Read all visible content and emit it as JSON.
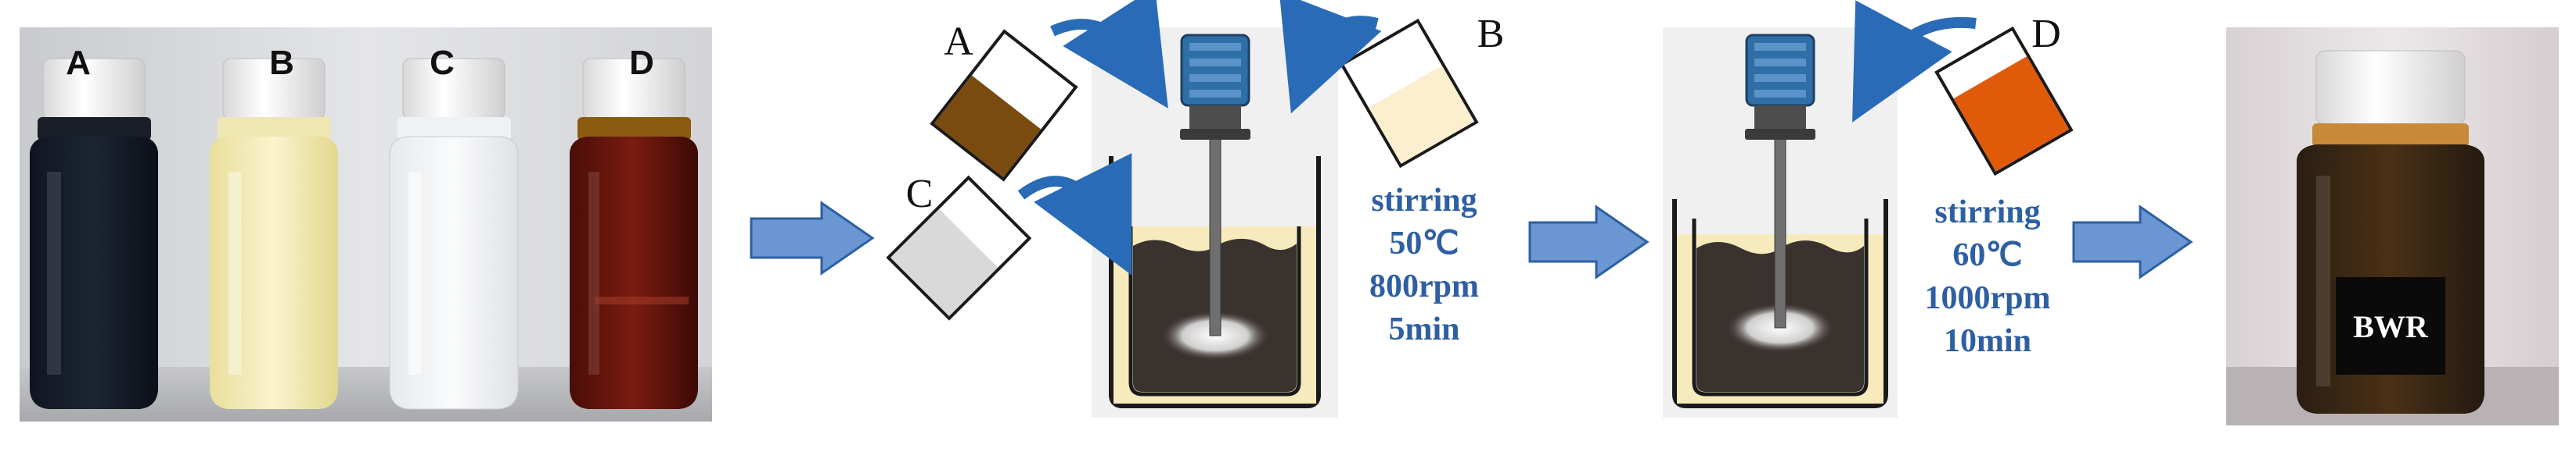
{
  "photo_left": {
    "labels": [
      "A",
      "B",
      "C",
      "D"
    ]
  },
  "step1": {
    "container_labels": {
      "a": "A",
      "b": "B",
      "c": "C"
    },
    "conditions": [
      "stirring",
      "50℃",
      "800rpm",
      "5min"
    ]
  },
  "step2": {
    "container_labels": {
      "d": "D"
    },
    "conditions": [
      "stirring",
      "60℃",
      "1000rpm",
      "10min"
    ]
  },
  "photo_right": {
    "label": "BWR"
  },
  "colors": {
    "arrow": "#6a96d2",
    "arrow_stroke": "#2e5fa3",
    "curved_arrow": "#2a6bb8",
    "text_blue": "#2e5fa3",
    "liquid_light": "#f7ebbd",
    "mixture_dark": "#3a322e",
    "liquid_a": "#7a4b0e",
    "liquid_b": "#fbefcf",
    "liquid_c": "#d9d9d9",
    "liquid_d": "#e05a0a",
    "motor_blue": "#2f6fa8"
  }
}
